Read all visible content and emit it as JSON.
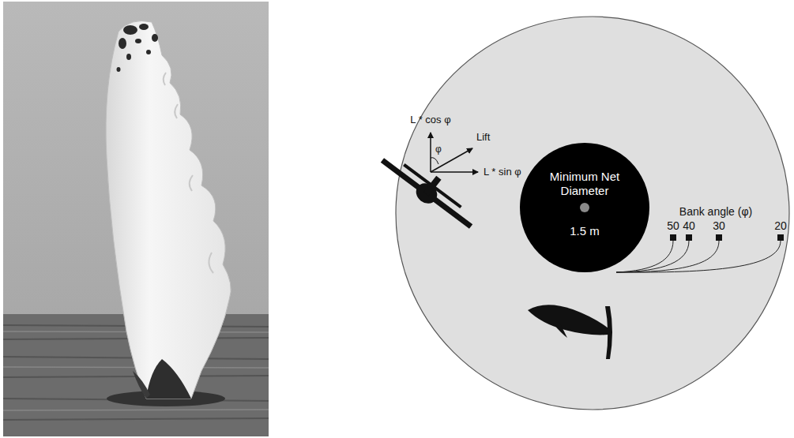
{
  "diagram": {
    "nodes": [
      {
        "text": [
          "Minimum Net Diameter",
          "1.5 m"
        ]
      }
    ],
    "labels": [
      "L * cos φ",
      "φ",
      "Lift",
      "L * sin φ",
      "Bank angle (φ)",
      "50",
      "40",
      "30",
      "20"
    ]
  }
}
